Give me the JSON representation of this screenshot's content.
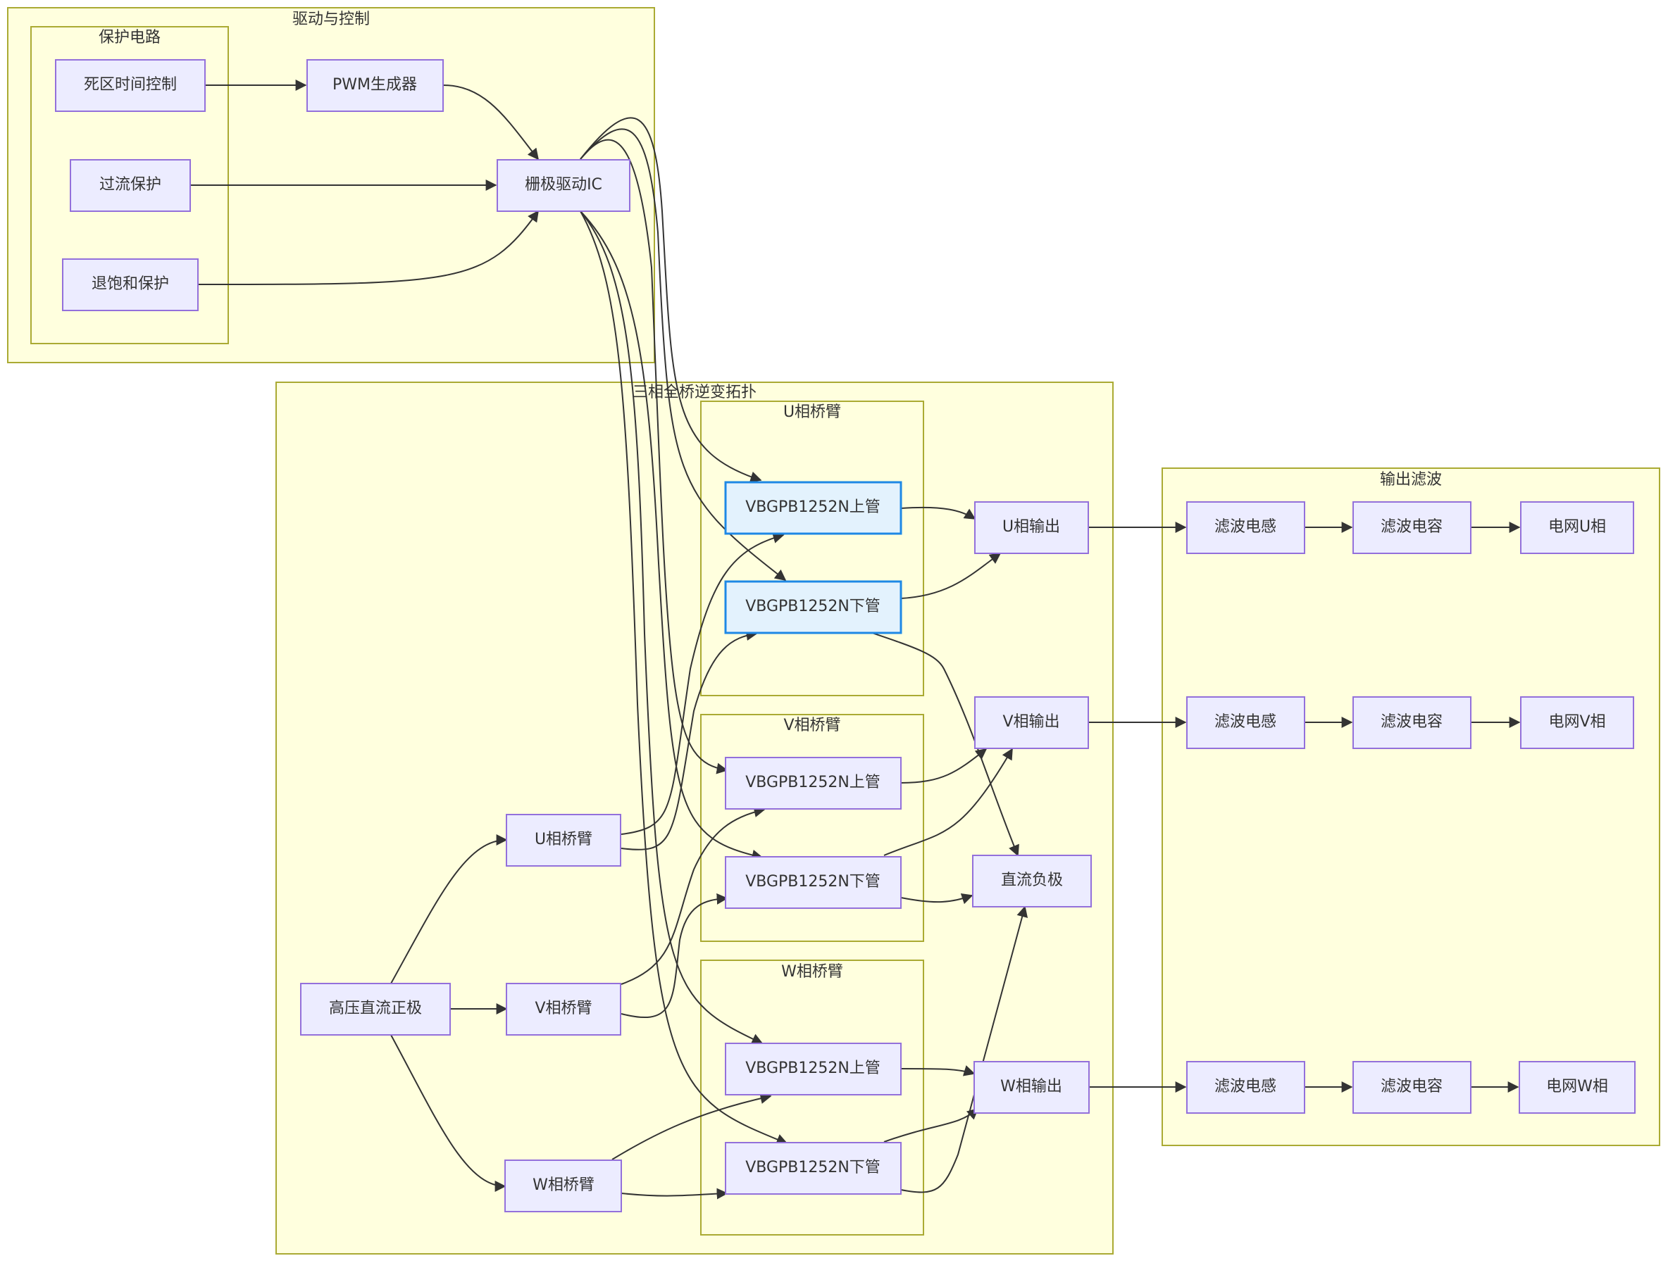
{
  "clusters": {
    "drive_control": "驱动与控制",
    "protection": "保护电路",
    "inverter": "三相全桥逆变拓扑",
    "u_arm": "U相桥臂",
    "v_arm": "V相桥臂",
    "w_arm": "W相桥臂",
    "output_filter": "输出滤波"
  },
  "nodes": {
    "deadtime": "死区时间控制",
    "pwm": "PWM生成器",
    "overcurrent": "过流保护",
    "gate_driver": "栅极驱动IC",
    "desat": "退饱和保护",
    "u_high": "VBGPB1252N上管",
    "u_low": "VBGPB1252N下管",
    "v_high": "VBGPB1252N上管",
    "v_low": "VBGPB1252N下管",
    "w_high": "VBGPB1252N上管",
    "w_low": "VBGPB1252N下管",
    "u_arm_node": "U相桥臂",
    "v_arm_node": "V相桥臂",
    "w_arm_node": "W相桥臂",
    "hv_dc_pos": "高压直流正极",
    "u_out": "U相输出",
    "v_out": "V相输出",
    "w_out": "W相输出",
    "dc_neg": "直流负极",
    "u_ind": "滤波电感",
    "u_cap": "滤波电容",
    "u_grid": "电网U相",
    "v_ind": "滤波电感",
    "v_cap": "滤波电容",
    "v_grid": "电网V相",
    "w_ind": "滤波电感",
    "w_cap": "滤波电容",
    "w_grid": "电网W相"
  },
  "colors": {
    "cluster_fill": "#ffffde",
    "cluster_stroke": "#aaaa33",
    "node_fill": "#ececff",
    "node_stroke": "#9370db",
    "mosfet_fill": "#e3f2fd",
    "mosfet_stroke": "#1e88e5",
    "edge": "#333333"
  }
}
